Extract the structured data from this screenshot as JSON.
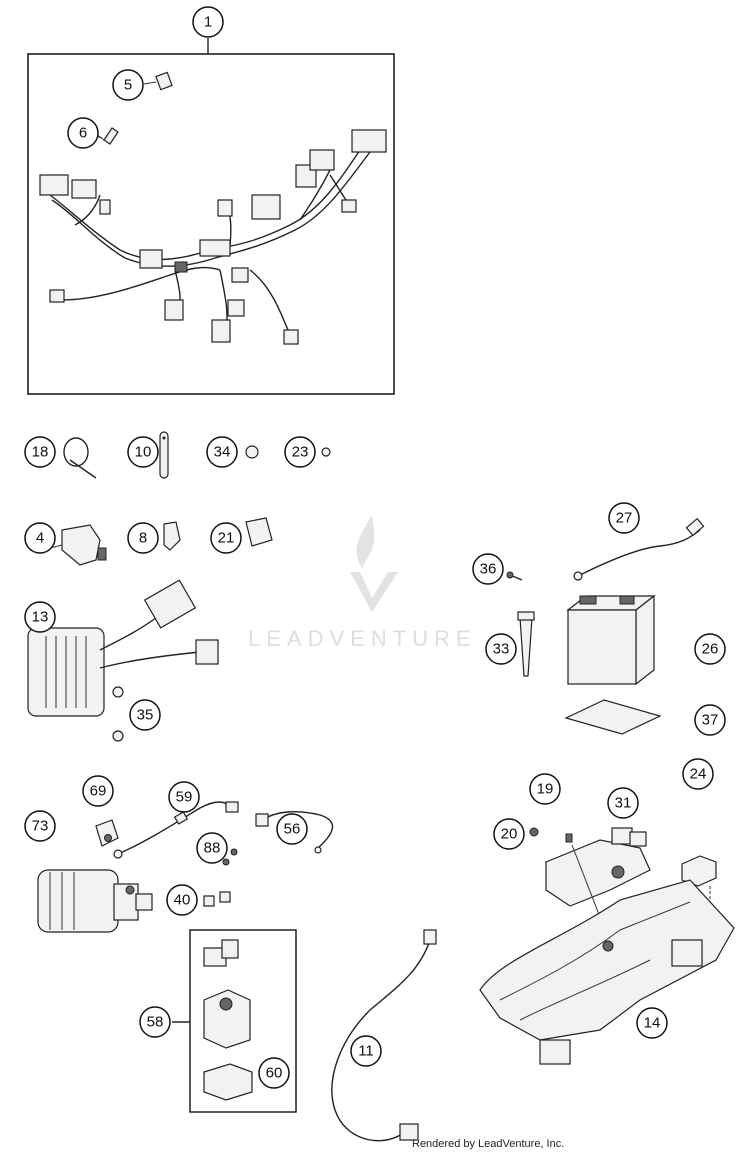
{
  "diagram": {
    "callouts": [
      {
        "id": "c1",
        "label": "1"
      },
      {
        "id": "c5",
        "label": "5"
      },
      {
        "id": "c6",
        "label": "6"
      },
      {
        "id": "c18",
        "label": "18"
      },
      {
        "id": "c10",
        "label": "10"
      },
      {
        "id": "c34",
        "label": "34"
      },
      {
        "id": "c23",
        "label": "23"
      },
      {
        "id": "c4",
        "label": "4"
      },
      {
        "id": "c8",
        "label": "8"
      },
      {
        "id": "c21",
        "label": "21"
      },
      {
        "id": "c13",
        "label": "13"
      },
      {
        "id": "c35",
        "label": "35"
      },
      {
        "id": "c27",
        "label": "27"
      },
      {
        "id": "c36",
        "label": "36"
      },
      {
        "id": "c33",
        "label": "33"
      },
      {
        "id": "c26",
        "label": "26"
      },
      {
        "id": "c37",
        "label": "37"
      },
      {
        "id": "c69",
        "label": "69"
      },
      {
        "id": "c59",
        "label": "59"
      },
      {
        "id": "c73",
        "label": "73"
      },
      {
        "id": "c56",
        "label": "56"
      },
      {
        "id": "c88",
        "label": "88"
      },
      {
        "id": "c40",
        "label": "40"
      },
      {
        "id": "c58",
        "label": "58"
      },
      {
        "id": "c60",
        "label": "60"
      },
      {
        "id": "c11",
        "label": "11"
      },
      {
        "id": "c19",
        "label": "19"
      },
      {
        "id": "c31",
        "label": "31"
      },
      {
        "id": "c24",
        "label": "24"
      },
      {
        "id": "c20",
        "label": "20"
      },
      {
        "id": "c14",
        "label": "14"
      }
    ]
  },
  "watermark": {
    "text": "LEADVENTURE"
  },
  "footer": {
    "text": "Rendered by LeadVenture, Inc."
  }
}
